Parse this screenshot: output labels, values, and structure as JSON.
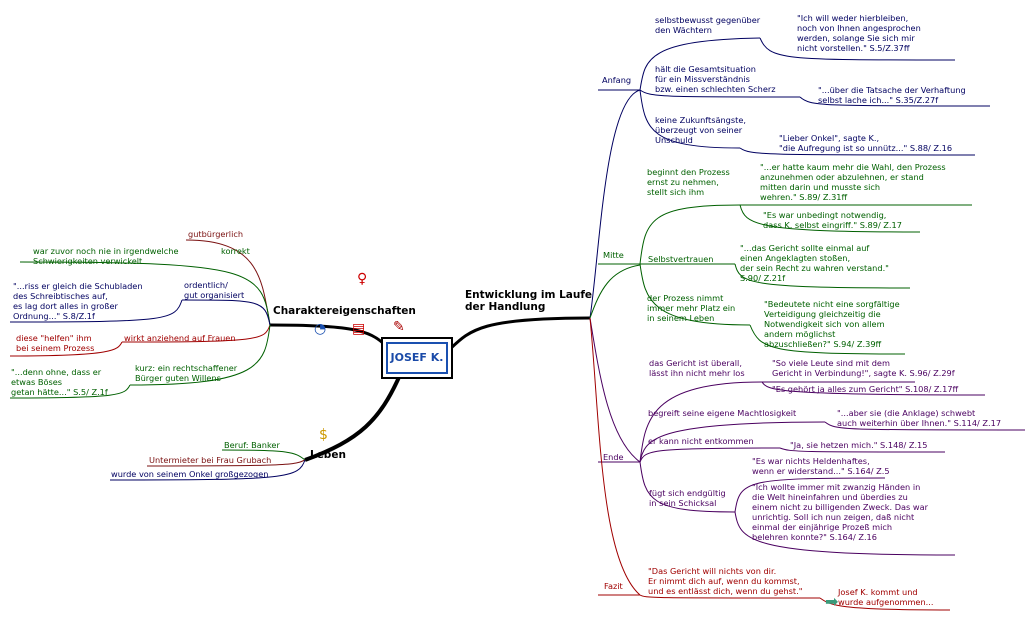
{
  "center": "JOSEF K.",
  "branches": {
    "entwicklung": "Entwicklung im Laufe\nder Handlung",
    "charakter": "Charaktereigenschaften",
    "leben": "Leben"
  },
  "anfang": {
    "label": "Anfang",
    "items": [
      {
        "text": "selbstbewusst gegenüber\nden Wächtern",
        "quote": "\"Ich will weder hierbleiben,\nnoch von Ihnen angesprochen\nwerden, solange Sie sich mir\nnicht vorstellen.\" S.5/Z.37ff"
      },
      {
        "text": "hält die Gesamtsituation\nfür ein Missverständnis\nbzw. einen schlechten Scherz",
        "quote": "\"...über die Tatsache der Verhaftung\nselbst lache ich...\" S.35/Z.27f"
      },
      {
        "text": "keine Zukunftsängste,\nüberzeugt von seiner\nUnschuld",
        "quote": "\"Lieber Onkel\", sagte K.,\n\"die Aufregung ist so unnütz...\" S.88/ Z.16"
      }
    ]
  },
  "mitte": {
    "label": "Mitte",
    "items": [
      {
        "text": "beginnt den Prozess\nernst zu nehmen,\nstellt sich ihm",
        "quote": "\"...er hatte kaum mehr die Wahl, den Prozess\nanzunehmen oder abzulehnen, er stand\nmitten darin und musste sich\nwehren.\" S.89/ Z.31ff",
        "quote2": "\"Es war unbedingt notwendig,\ndass K. selbst eingriff.\" S.89/ Z.17"
      },
      {
        "text": "Selbstvertrauen",
        "quote": "\"...das Gericht sollte einmal auf\neinen Angeklagten stoßen,\nder sein Recht zu wahren verstand.\"\nS.90/ Z.21f"
      },
      {
        "text": "der Prozess nimmt\nimmer mehr Platz ein\nin seinem Leben",
        "quote": "\"Bedeutete nicht eine sorgfältige\nVerteidigung gleichzeitig die\nNotwendigkeit sich von allem\nandern möglichst\nabzuschließen?\" S.94/ Z.39ff"
      }
    ]
  },
  "ende": {
    "label": "Ende",
    "items": [
      {
        "text": "das Gericht ist überall,\nlässt ihn nicht mehr los",
        "quote": "\"So viele Leute sind mit dem\nGericht in Verbindung!\", sagte K. S.96/ Z.29f",
        "quote2": "\"Es gehört ja alles zum Gericht\" S.108/ Z.17ff"
      },
      {
        "text": "begreift seine eigene Machtlosigkeit",
        "quote": "\"...aber sie (die Anklage) schwebt\nauch weiterhin über Ihnen.\" S.114/ Z.17"
      },
      {
        "text": "er kann nicht entkommen",
        "quote": "\"Ja, sie hetzen mich.\" S.148/ Z.15"
      },
      {
        "text": "fügt sich endgültig\nin sein Schicksal",
        "quote": "\"Es war nichts Heldenhaftes,\nwenn er widerstand...\" S.164/ Z.5",
        "quote2": "\"Ich wollte immer mit zwanzig Händen in\ndie Welt hineinfahren und überdies zu\neinem nicht zu billigenden Zweck. Das war\nunrichtig. Soll ich nun zeigen, daß nicht\neinmal der einjährige Prozeß mich\nbelehren konnte?\" S.164/ Z.16"
      }
    ]
  },
  "fazit": {
    "label": "Fazit",
    "quote": "\"Das Gericht will nichts von dir.\nEr nimmt dich auf, wenn du kommst,\nund es entlässt dich, wenn du gehst.\"",
    "note": "Josef K. kommt und\nwurde aufgenommen..."
  },
  "charakter_items": {
    "gutbuergerlich": "gutbürgerlich",
    "korrekt": "korrekt",
    "korrekt_note": "war zuvor noch nie in irgendwelche\nSchwierigkeiten verwickelt",
    "ordentlich": "ordentlich/\ngut organisiert",
    "ordentlich_quote": "\"...riss er gleich die Schubladen\ndes Schreibtisches auf,\nes lag dort alles in großer\nOrdnung...\" S.8/Z.1f",
    "wirkt": "wirkt anziehend auf Frauen",
    "wirkt_note": "diese \"helfen\" ihm\nbei seinem Prozess",
    "kurz": "kurz: ein rechtschaffener\nBürger guten Willens",
    "kurz_quote": "\"...denn ohne, dass er\netwas Böses\ngetan hätte...\" S.5/ Z.1f"
  },
  "leben_items": {
    "beruf": "Beruf: Banker",
    "untermieter": "Untermieter bei Frau Grubach",
    "onkel": "wurde von seinem Onkel großgezogen"
  },
  "colors": {
    "blue": "#000060",
    "green": "#006000",
    "red": "#a00000",
    "brown": "#7a1010",
    "purple": "#4a0060"
  }
}
